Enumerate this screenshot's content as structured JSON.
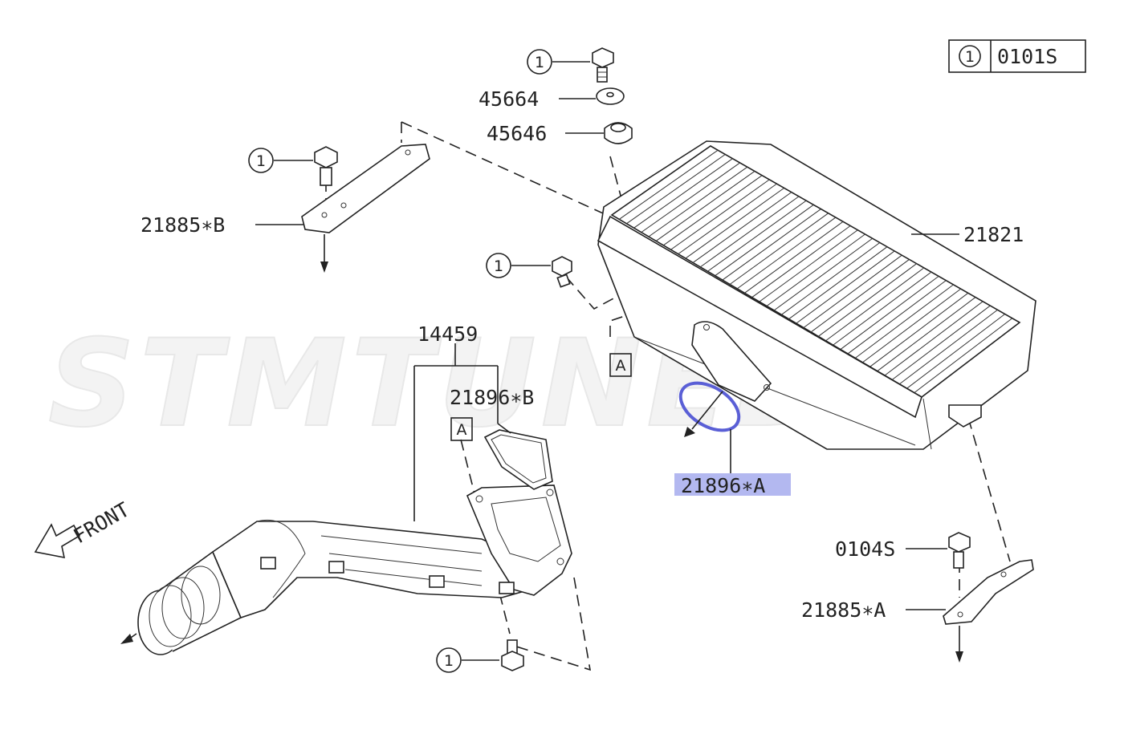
{
  "watermark": "STMTUNED",
  "legend": {
    "ref": "1",
    "code": "0101S"
  },
  "callouts": {
    "c1": "1",
    "c2": "1",
    "c3": "1",
    "c4": "1"
  },
  "part_numbers": {
    "washer": "45664",
    "grommet": "45646",
    "bracket_b": "21885∗B",
    "intercooler": "21821",
    "duct": "14459",
    "gasket_b": "21896∗B",
    "gasket_a": "21896∗A",
    "bolt_0104s": "0104S",
    "bracket_a": "21885∗A"
  },
  "ref_markers": {
    "left": "A",
    "right": "A"
  },
  "front_label": "FRONT",
  "highlight_color": "#b3b8f0",
  "highlight_ring_color": "#5a5fd6"
}
